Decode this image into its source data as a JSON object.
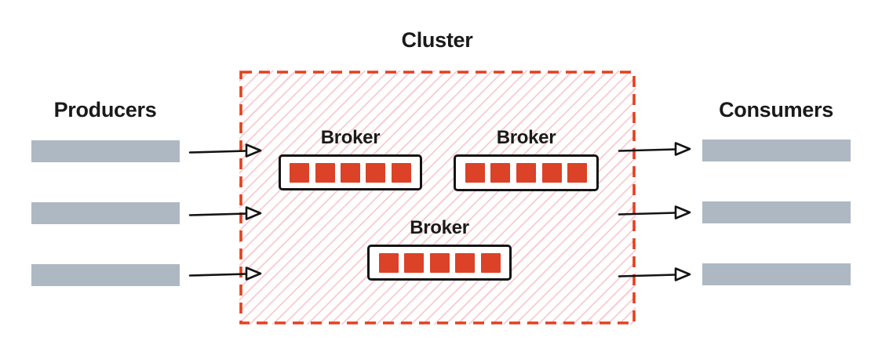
{
  "diagram": {
    "title": "Cluster"
  },
  "producers": {
    "label": "Producers",
    "count": 3
  },
  "consumers": {
    "label": "Consumers",
    "count": 3
  },
  "brokers": [
    {
      "label": "Broker",
      "partitions": 5
    },
    {
      "label": "Broker",
      "partitions": 5
    },
    {
      "label": "Broker",
      "partitions": 5
    }
  ],
  "flows": {
    "producers_to_cluster_arrows": 3,
    "cluster_to_consumers_arrows": 3
  },
  "colors": {
    "cluster_border": "#E5401F",
    "cluster_hatch": "#F8CCD3",
    "partition_red": "#DB4227",
    "bar_gray": "#AEB8C2",
    "text": "#1A1A1A",
    "arrow": "#141414"
  }
}
